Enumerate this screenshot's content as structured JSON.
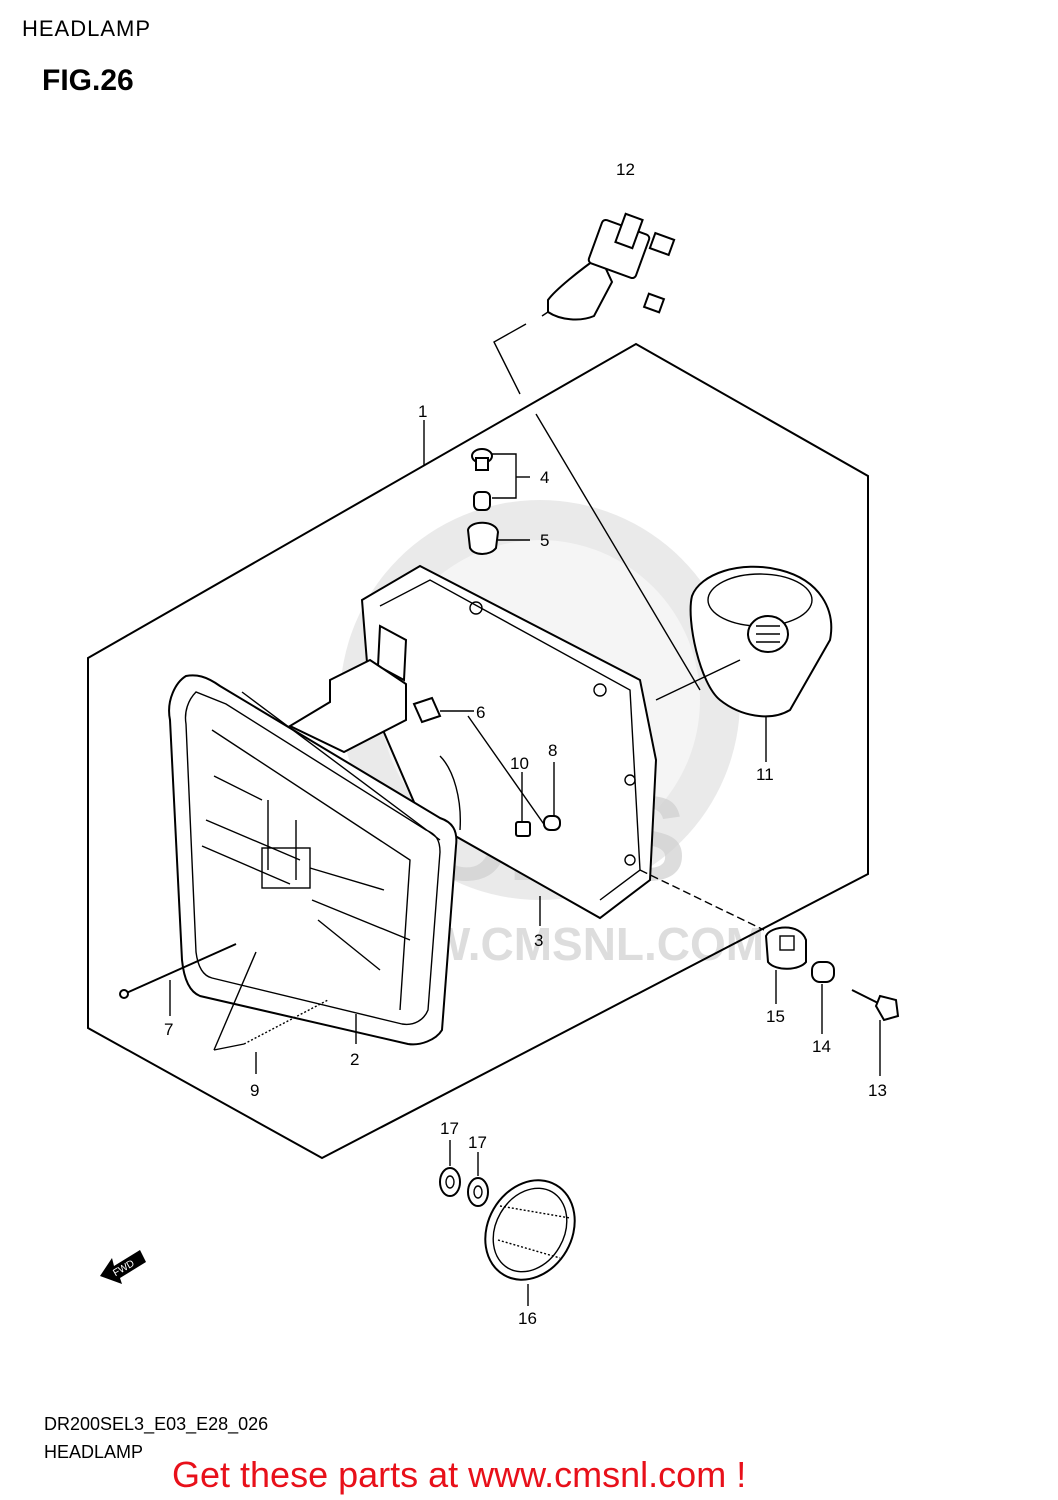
{
  "header": {
    "section": "HEADLAMP",
    "figure": "FIG.26"
  },
  "footer": {
    "model_code": "DR200SEL3_E03_E28_026",
    "name": "HEADLAMP"
  },
  "promo": {
    "text": "Get these parts at www.cmsnl.com !"
  },
  "watermark": {
    "text": "CMS",
    "url": "WWW.CMSNL.COM"
  },
  "direction_arrow": {
    "text": "FWD"
  },
  "callouts": [
    "1",
    "2",
    "3",
    "4",
    "5",
    "6",
    "7",
    "8",
    "9",
    "10",
    "11",
    "12",
    "13",
    "14",
    "15",
    "16",
    "17",
    "17"
  ],
  "colors": {
    "promo": "#e8101a",
    "line": "#000000",
    "watermark": "#d0d0d0"
  }
}
